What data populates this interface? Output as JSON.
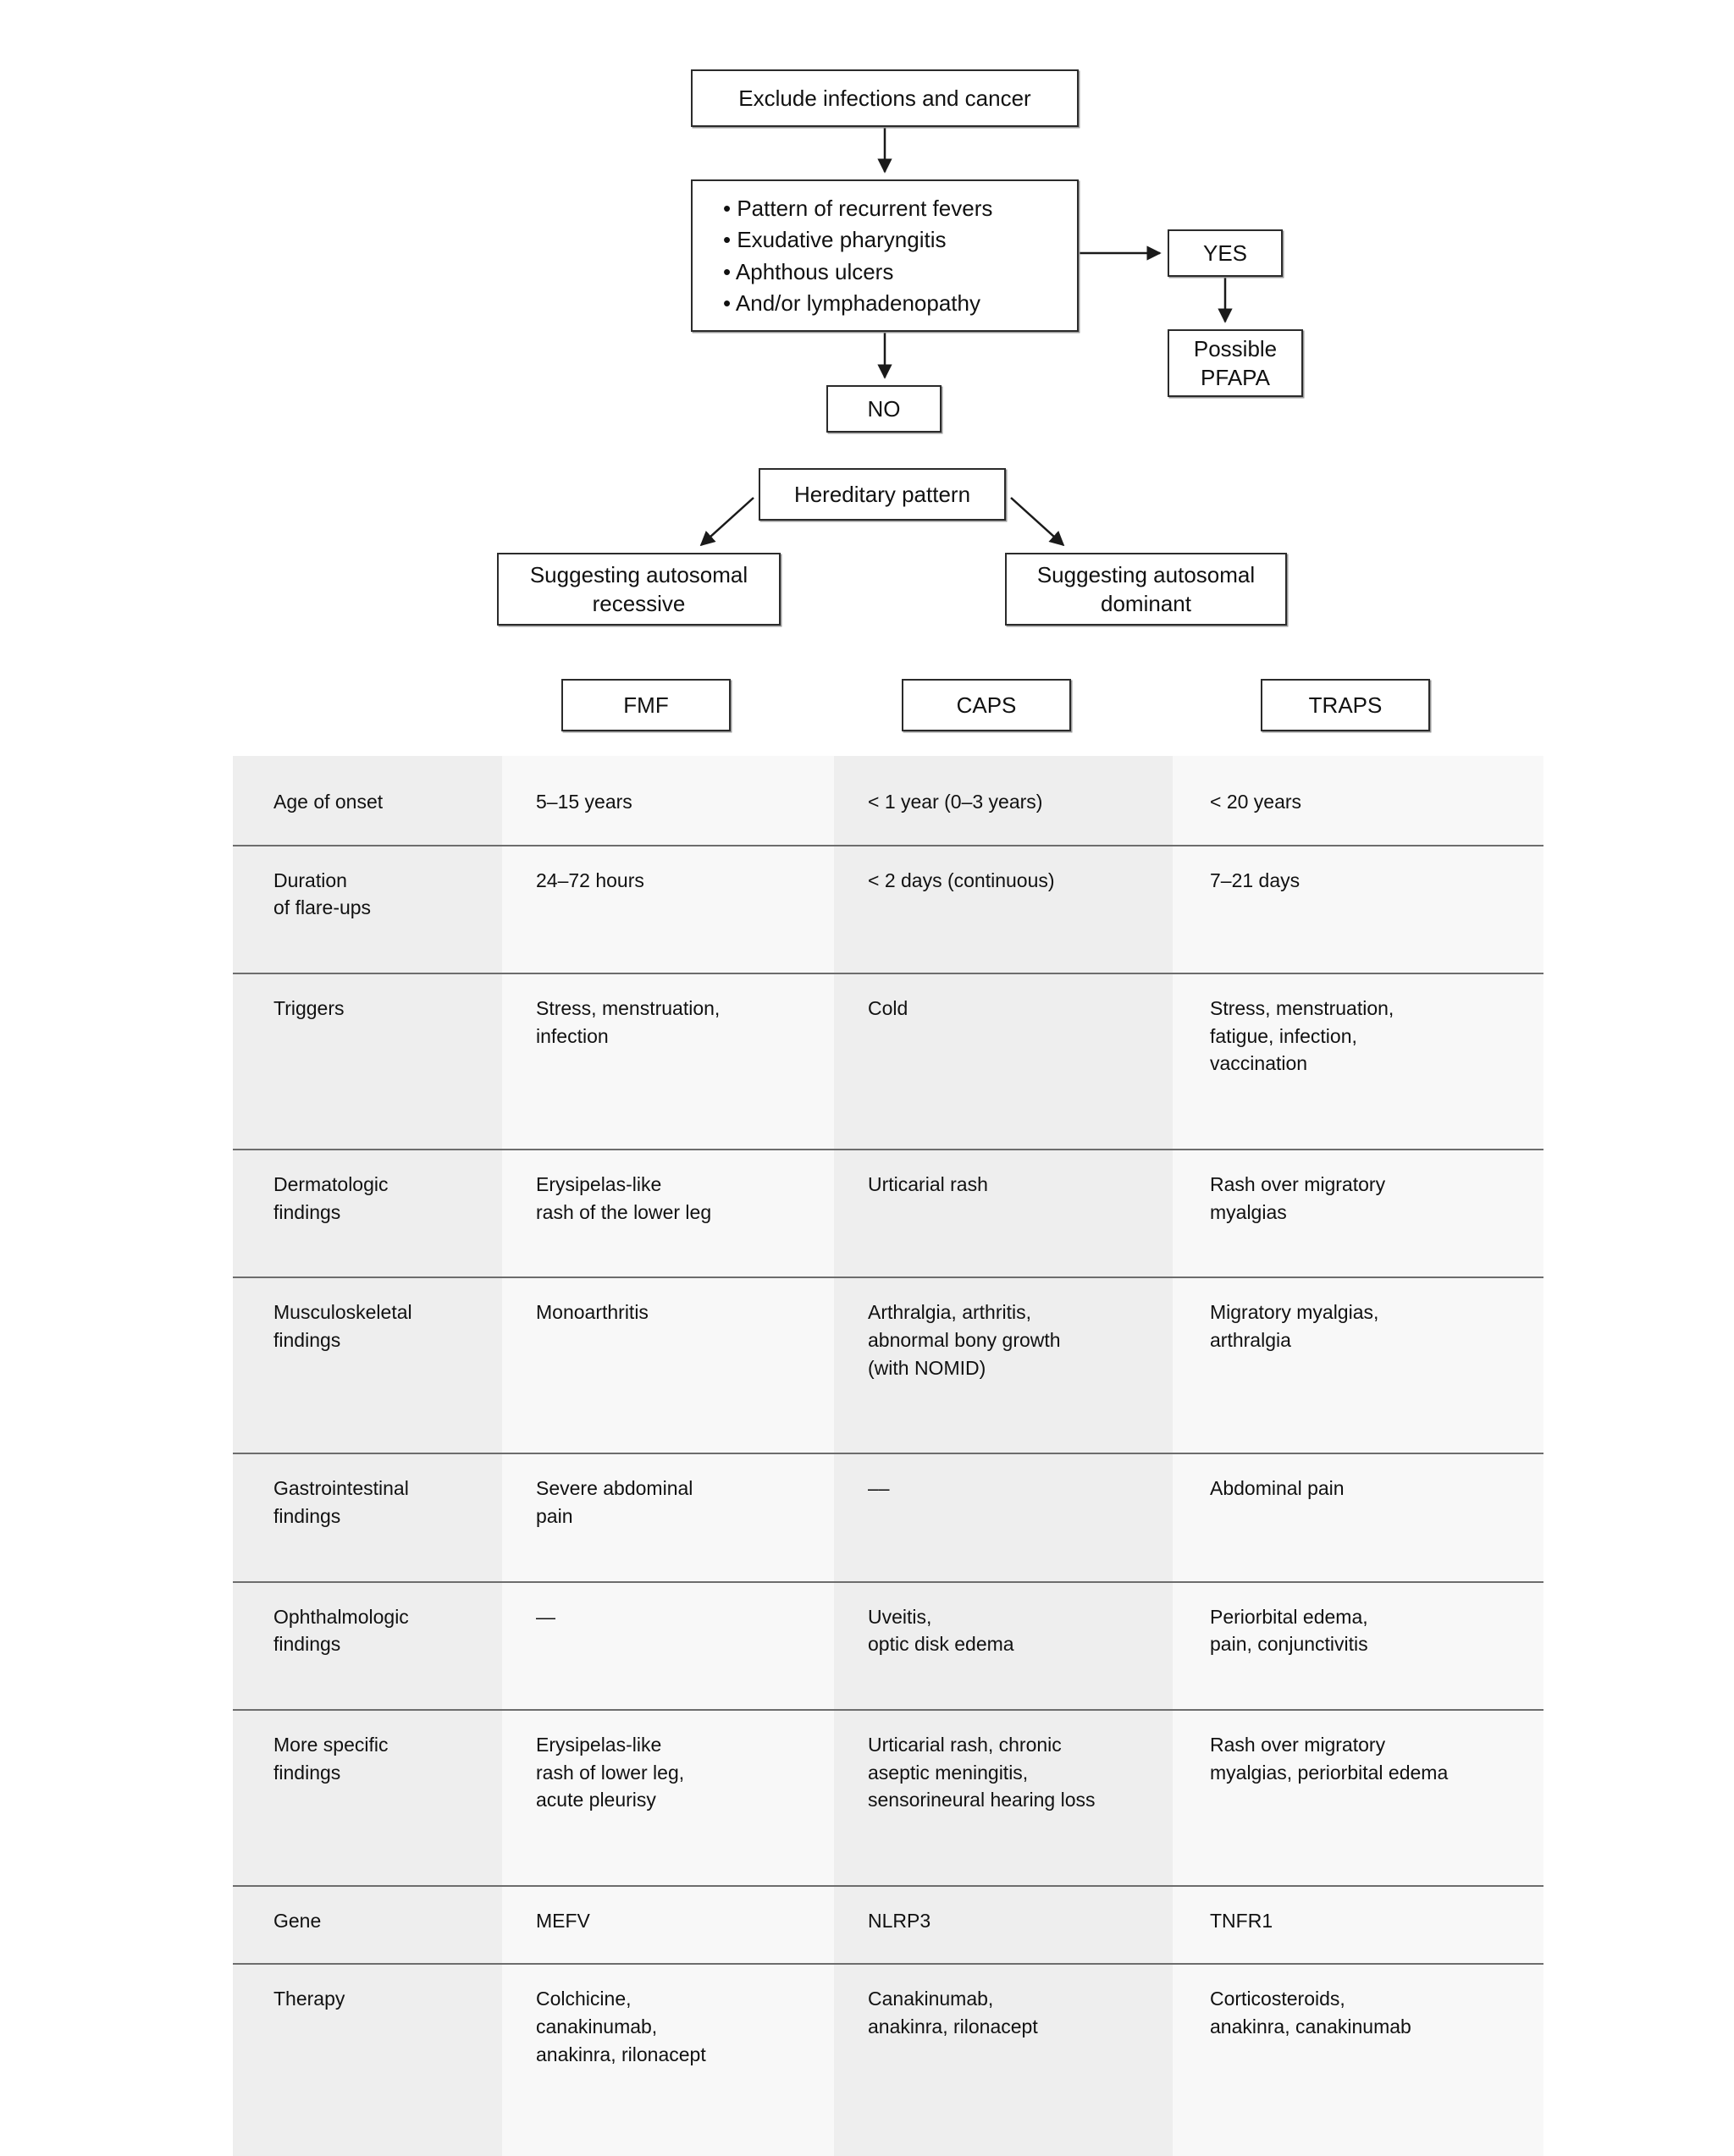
{
  "flowchart": {
    "exclude": "Exclude infections and cancer",
    "criteria": [
      "• Pattern of recurrent fevers",
      "• Exudative pharyngitis",
      "• Aphthous ulcers",
      "• And/or lymphadenopathy"
    ],
    "yes": "YES",
    "pfapa": [
      "Possible",
      "PFAPA"
    ],
    "no": "NO",
    "hereditary": "Hereditary pattern",
    "recessive": [
      "Suggesting autosomal",
      "recessive"
    ],
    "dominant": [
      "Suggesting autosomal",
      "dominant"
    ],
    "fmf": "FMF",
    "caps": "CAPS",
    "traps": "TRAPS"
  },
  "table": {
    "columns": [
      "",
      "FMF",
      "CAPS",
      "TRAPS"
    ],
    "rows": [
      {
        "label": [
          "Age of onset"
        ],
        "fmf": [
          "5–15 years"
        ],
        "caps": [
          "< 1 year (0–3 years)"
        ],
        "traps": [
          "< 20 years"
        ]
      },
      {
        "label": [
          "Duration",
          "of flare-ups"
        ],
        "fmf": [
          "24–72 hours"
        ],
        "caps": [
          "< 2 days (continuous)"
        ],
        "traps": [
          "7–21 days"
        ]
      },
      {
        "label": [
          "Triggers"
        ],
        "fmf": [
          "Stress, menstruation,",
          "infection"
        ],
        "caps": [
          "Cold"
        ],
        "traps": [
          "Stress, menstruation,",
          "fatigue, infection,",
          "vaccination"
        ]
      },
      {
        "label": [
          "Dermatologic",
          "findings"
        ],
        "fmf": [
          "Erysipelas-like",
          "rash of the lower leg"
        ],
        "caps": [
          "Urticarial rash"
        ],
        "traps": [
          "Rash over migratory",
          "myalgias"
        ]
      },
      {
        "label": [
          "Musculoskeletal",
          "findings"
        ],
        "fmf": [
          "Monoarthritis"
        ],
        "caps": [
          "Arthralgia, arthritis,",
          "abnormal bony growth",
          "(with NOMID)"
        ],
        "traps": [
          "Migratory myalgias,",
          "arthralgia"
        ]
      },
      {
        "label": [
          "Gastrointestinal",
          "findings"
        ],
        "fmf": [
          "Severe abdominal",
          "pain"
        ],
        "caps": [
          "––"
        ],
        "traps": [
          "Abdominal pain"
        ]
      },
      {
        "label": [
          "Ophthalmologic",
          "findings"
        ],
        "fmf": [
          "—"
        ],
        "caps": [
          "Uveitis,",
          "optic disk edema"
        ],
        "traps": [
          "Periorbital edema,",
          "pain, conjunctivitis"
        ]
      },
      {
        "label": [
          "More specific",
          "findings"
        ],
        "fmf": [
          "Erysipelas-like",
          "rash of lower leg,",
          "acute pleurisy"
        ],
        "caps": [
          "Urticarial rash, chronic",
          "aseptic meningitis,",
          "sensorineural hearing loss"
        ],
        "traps": [
          "Rash over migratory",
          "myalgias, periorbital edema"
        ]
      },
      {
        "label": [
          "Gene"
        ],
        "fmf": [
          "MEFV"
        ],
        "caps": [
          "NLRP3"
        ],
        "traps": [
          "TNFR1"
        ]
      },
      {
        "label": [
          "Therapy"
        ],
        "fmf": [
          "Colchicine,",
          "canakinumab,",
          "anakinra, rilonacept"
        ],
        "caps": [
          "Canakinumab,",
          "anakinra, rilonacept"
        ],
        "traps": [
          "Corticosteroids,",
          "anakinra, canakinumab"
        ]
      }
    ]
  },
  "colors": {
    "box_border": "#2b2b2b",
    "col_shade_dark": "#eeeeee",
    "col_shade_light": "#f8f8f8",
    "rule": "#6d6d6d"
  }
}
